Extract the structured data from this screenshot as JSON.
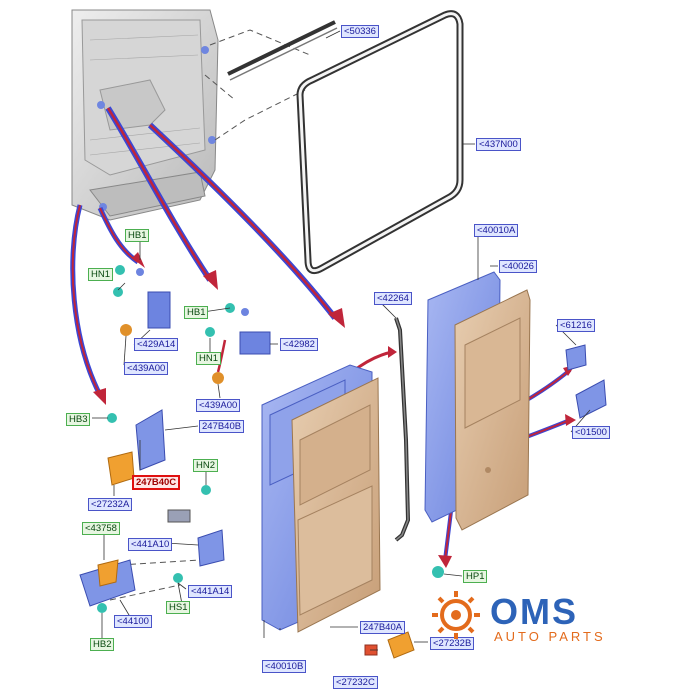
{
  "labels": {
    "p50336": "<50336",
    "p437n00": "<437N00",
    "p40010a": "<40010A",
    "p40026": "<40026",
    "p42264": "<42264",
    "p61216": "<61216",
    "p01500": "<01500",
    "hb1_top": "HB1",
    "hn1_top": "HN1",
    "p429a14": "<429A14",
    "p439a00_top": "<439A00",
    "hb1_mid": "HB1",
    "hn1_mid": "HN1",
    "p42982": "<42982",
    "p439a00_mid": "<439A00",
    "hb3": "HB3",
    "p247b40b": "247B40B",
    "p247b40c": "247B40C",
    "hn2": "HN2",
    "p27232a": "<27232A",
    "p43758": "<43758",
    "p441a10": "<441A10",
    "p441a14": "<441A14",
    "hs1": "HS1",
    "p44100": "<44100",
    "hb2": "HB2",
    "p40010b": "<40010B",
    "p247b40a": "247B40A",
    "p27232c": "<27232C",
    "p27232b": "<27232B",
    "hp1": "HP1"
  },
  "logo": {
    "word": "OMS",
    "sub": "AUTO PARTS",
    "gear_color": "#e36b1c",
    "text_color": "#2d63b8"
  },
  "colors": {
    "panel_tan": "#d8b896",
    "door_blue": "#7f95e6",
    "arrow_red": "#c0253a",
    "arrow_blue": "#3a47d6",
    "label_bg": "#dfe6ff",
    "part_orange": "#f0a030"
  }
}
